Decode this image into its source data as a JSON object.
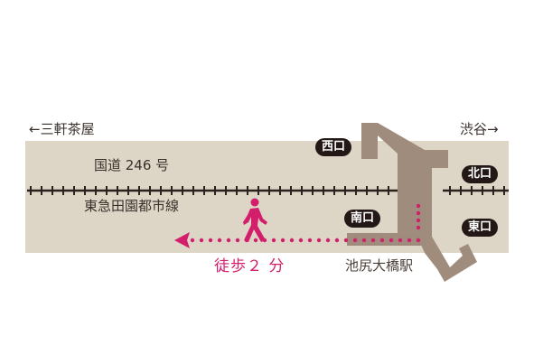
{
  "map": {
    "direction_left": "←三軒茶屋",
    "direction_right": "渋谷→",
    "road_label": "国道 246 号",
    "rail_label": "東急田園都市線",
    "station_name": "池尻大橋駅",
    "walk_label": "徒歩２ 分",
    "exits": {
      "west": "西口",
      "north": "北口",
      "south": "南口",
      "east": "東口"
    },
    "icons": {
      "walker": "pedestrian-icon",
      "arrow": "arrow-left-icon"
    },
    "colors": {
      "band": "#ddd5c5",
      "station": "#a08c7c",
      "rail": "#2b211d",
      "route": "#d21e6b",
      "exit_badge": "#231815"
    }
  }
}
